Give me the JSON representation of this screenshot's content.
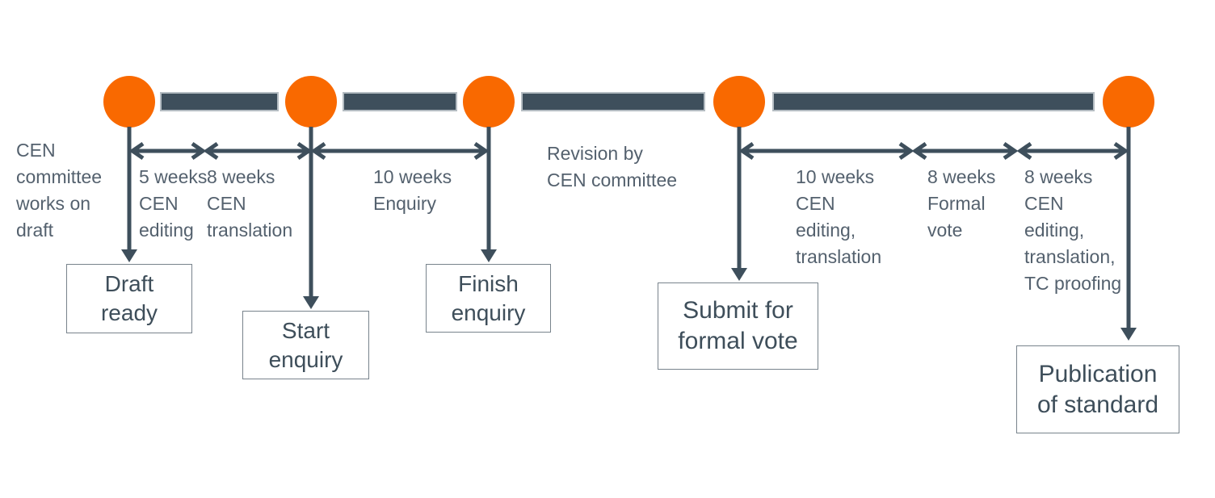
{
  "palette": {
    "orange": "#F96900",
    "slate": "#3E4F5C",
    "label_text": "#54616E",
    "box_text": "#3E4E5A",
    "box_border": "#78838C",
    "background": "#FFFFFF"
  },
  "diagram": {
    "intro_note": "CEN\ncommittee\nworks on\ndraft",
    "revision_note": "Revision by\nCEN committee",
    "durations": [
      {
        "label": "5 weeks\nCEN\nediting"
      },
      {
        "label": "8 weeks\nCEN\ntranslation"
      },
      {
        "label": "10 weeks\nEnquiry"
      },
      {
        "label": "10 weeks\nCEN\nediting,\ntranslation"
      },
      {
        "label": "8 weeks\nFormal\nvote"
      },
      {
        "label": "8 weeks\nCEN\nediting,\ntranslation,\nTC proofing"
      }
    ],
    "milestones": [
      {
        "label": "Draft\nready"
      },
      {
        "label": "Start\nenquiry"
      },
      {
        "label": "Finish\nenquiry"
      },
      {
        "label": "Submit for\nformal vote"
      },
      {
        "label": "Publication\nof standard"
      }
    ]
  }
}
